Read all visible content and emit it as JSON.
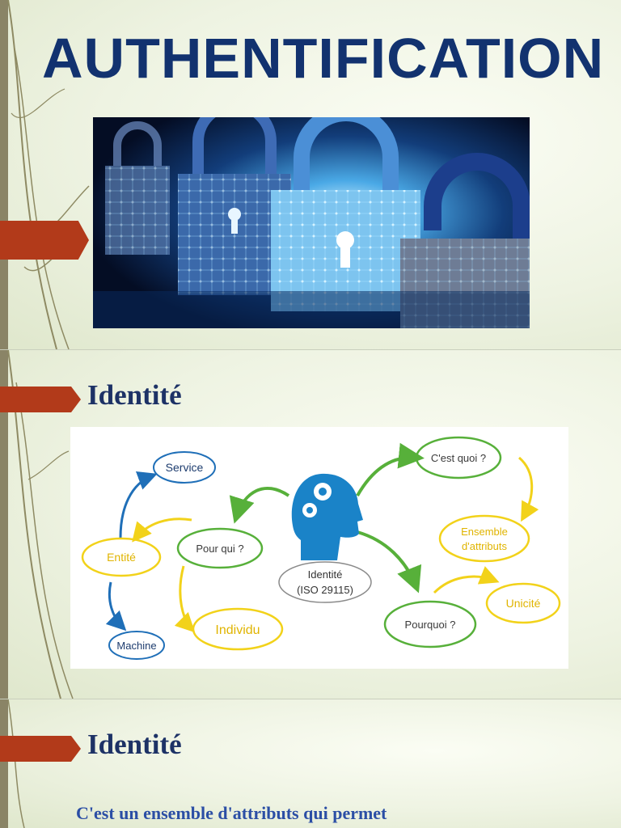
{
  "slide1": {
    "title": "AUTHENTIFICATION",
    "image_icon": "padlock-circuit-image"
  },
  "slide2": {
    "heading": "Identité",
    "diagram": {
      "center_icon": "head-gears-icon",
      "center_label_line1": "Identité",
      "center_label_line2": "(ISO 29115)",
      "nodes": {
        "service": "Service",
        "entite": "Entité",
        "machine": "Machine",
        "pour_qui": "Pour qui ?",
        "individu": "Individu",
        "cest_quoi": "C'est quoi ?",
        "ensemble_line1": "Ensemble",
        "ensemble_line2": "d'attributs",
        "pourquoi": "Pourquoi ?",
        "unicite": "Unicité"
      },
      "colors": {
        "blue": "#1f6fb8",
        "green": "#57b03a",
        "yellow": "#f2d21a",
        "head": "#1a83c8"
      }
    }
  },
  "slide3": {
    "heading": "Identité",
    "body": "C'est un ensemble d'attributs qui permet"
  },
  "theme": {
    "arrow_color": "#b23a1a",
    "title_color": "#12326f",
    "heading_color": "#1d3266"
  }
}
